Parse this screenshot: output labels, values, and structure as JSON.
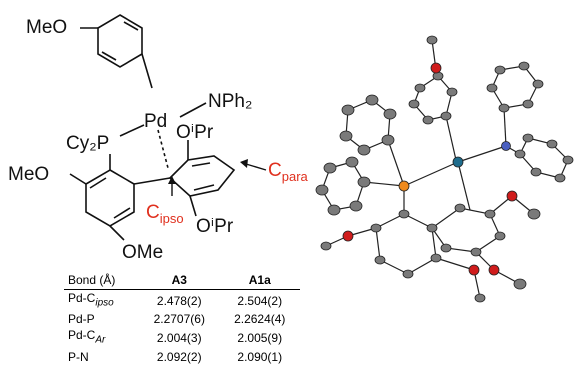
{
  "structure": {
    "meo_top": "MeO",
    "pd": "Pd",
    "nph2": "NPh₂",
    "cy2p": "Cy₂P",
    "oipr_top": "OⁱPr",
    "meo_left": "MeO",
    "ome_bottom": "OMe",
    "oipr_bottom": "OⁱPr",
    "c_ipso": "C",
    "c_ipso_sub": "ipso",
    "c_para": "C",
    "c_para_sub": "para",
    "highlight_color": "#e0301e"
  },
  "table": {
    "headers": [
      "Bond (Å)",
      "A3",
      "A1a"
    ],
    "rows": [
      {
        "bond": "Pd-C",
        "sub": "ipso",
        "a3": "2.478(2)",
        "a1a": "2.504(2)"
      },
      {
        "bond": "Pd-P",
        "sub": "",
        "a3": "2.2707(6)",
        "a1a": "2.2624(4)"
      },
      {
        "bond": "Pd-C",
        "sub": "Ar",
        "a3": "2.004(3)",
        "a1a": "2.005(9)"
      },
      {
        "bond": "P-N",
        "sub": "",
        "a3": "2.092(2)",
        "a1a": "2.090(1)"
      }
    ]
  },
  "crystal": {
    "atom_colors": {
      "carbon": "#7a7a7a",
      "oxygen": "#d01c1c",
      "phosphorus": "#f08a1c",
      "palladium": "#1e6c8c",
      "nitrogen": "#4a5fc0"
    }
  }
}
